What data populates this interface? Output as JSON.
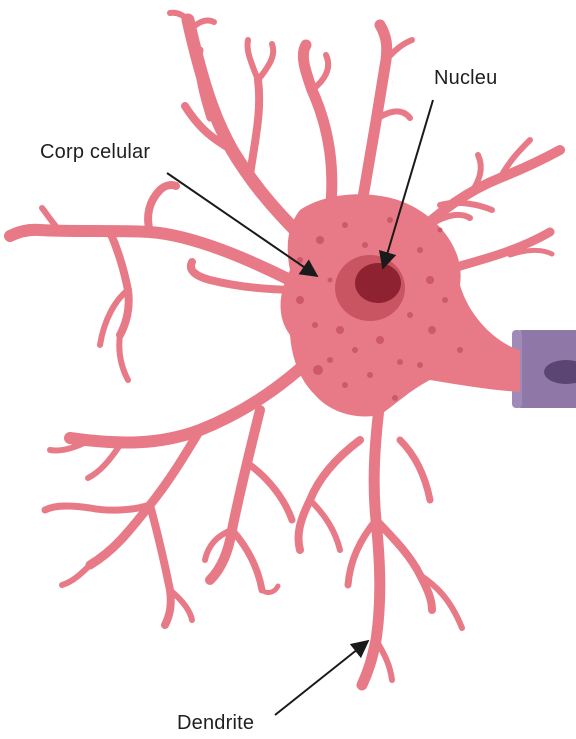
{
  "labels": {
    "nucleus": "Nucleu",
    "cell_body": "Corp celular",
    "dendrite": "Dendrite"
  },
  "colors": {
    "background": "#ffffff",
    "cell_fill": "#e87a87",
    "cell_spots": "#c85363",
    "nucleus_outer": "#c85561",
    "nucleus_inner": "#8e2230",
    "axon_sheath": "#8f78a8",
    "axon_inner": "#5b4673",
    "leader_line": "#1a1a1a",
    "label_text": "#1f1f1f"
  }
}
